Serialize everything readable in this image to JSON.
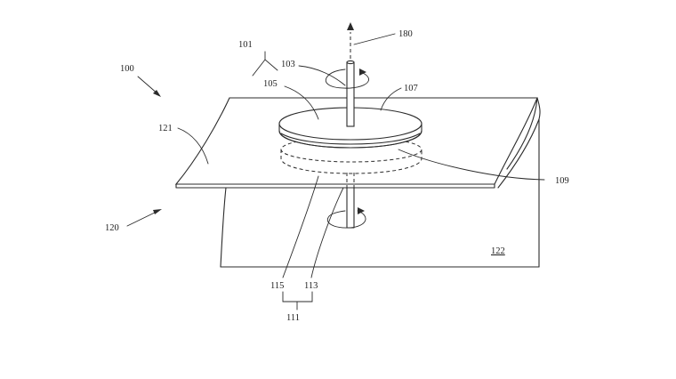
{
  "labels": {
    "l100": "100",
    "l101": "101",
    "l103": "103",
    "l105": "105",
    "l107": "107",
    "l109": "109",
    "l111": "111",
    "l113": "113",
    "l115": "115",
    "l120": "120",
    "l121": "121",
    "l122": "122",
    "l180": "180"
  },
  "colors": {
    "line": "#2b2b2b",
    "background": "#ffffff"
  }
}
